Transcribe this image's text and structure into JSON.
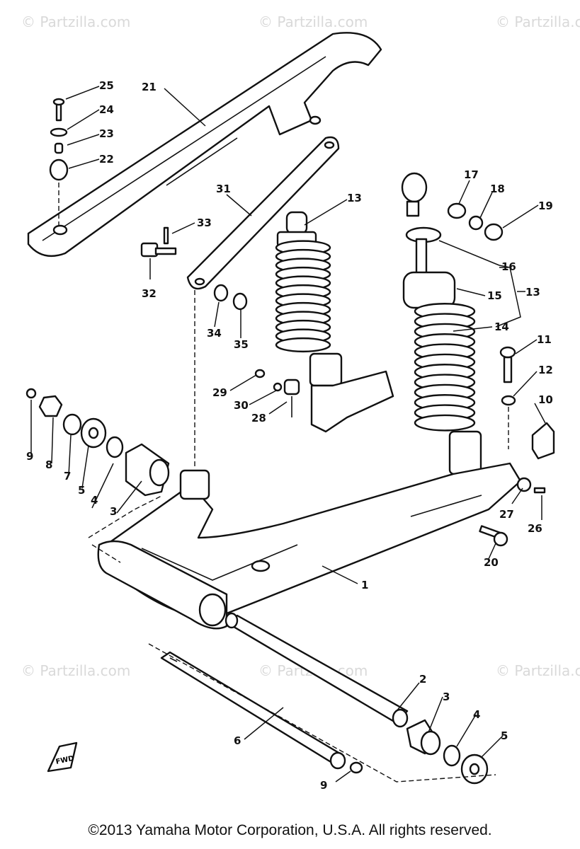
{
  "copyright": "©2013 Yamaha Motor Corporation, U.S.A. All rights reserved.",
  "watermark": "© Partzilla.com",
  "callouts": [
    "1",
    "2",
    "3",
    "4",
    "5",
    "6",
    "7",
    "8",
    "9",
    "10",
    "11",
    "12",
    "13",
    "14",
    "15",
    "16",
    "17",
    "18",
    "19",
    "20",
    "21",
    "22",
    "23",
    "24",
    "25",
    "26",
    "27",
    "28",
    "29",
    "30",
    "31",
    "32",
    "33",
    "34",
    "35"
  ],
  "labels": {
    "p1": "1",
    "p2": "2",
    "p3a": "3",
    "p3b": "3",
    "p4a": "4",
    "p4b": "4",
    "p5a": "5",
    "p5b": "5",
    "p6": "6",
    "p7": "7",
    "p8": "8",
    "p9a": "9",
    "p9b": "9",
    "p10": "10",
    "p11": "11",
    "p12": "12",
    "p13a": "13",
    "p13b": "13",
    "p14": "14",
    "p15": "15",
    "p16": "16",
    "p17": "17",
    "p18": "18",
    "p19": "19",
    "p20": "20",
    "p21": "21",
    "p22": "22",
    "p23": "23",
    "p24": "24",
    "p25": "25",
    "p26": "26",
    "p27": "27",
    "p28": "28",
    "p29": "29",
    "p30": "30",
    "p31": "31",
    "p32": "32",
    "p33": "33",
    "p34": "34",
    "p35": "35"
  },
  "front_marker": "FWD"
}
